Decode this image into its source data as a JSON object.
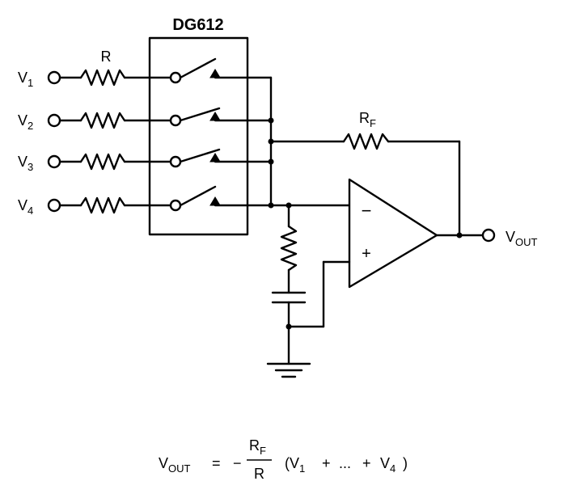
{
  "chip": {
    "name": "DG612"
  },
  "labels": {
    "input_resistor": "R",
    "feedback_resistor": {
      "main": "R",
      "sub": "F"
    },
    "opamp_minus": "−",
    "opamp_plus": "+",
    "output": {
      "main": "V",
      "sub": "OUT"
    }
  },
  "inputs": [
    {
      "main": "V",
      "sub": "1"
    },
    {
      "main": "V",
      "sub": "2"
    },
    {
      "main": "V",
      "sub": "3"
    },
    {
      "main": "V",
      "sub": "4"
    }
  ],
  "formula": {
    "lhs": "V",
    "lhs_sub": "OUT",
    "equals": "=",
    "minus": "−",
    "num": "R",
    "num_sub": "F",
    "den": "R",
    "open": "(V",
    "v1_sub": "1",
    "plus1": "+",
    "ellipsis": "...",
    "plus2": "+",
    "v4": "V",
    "v4_sub": "4",
    "close": ")"
  }
}
